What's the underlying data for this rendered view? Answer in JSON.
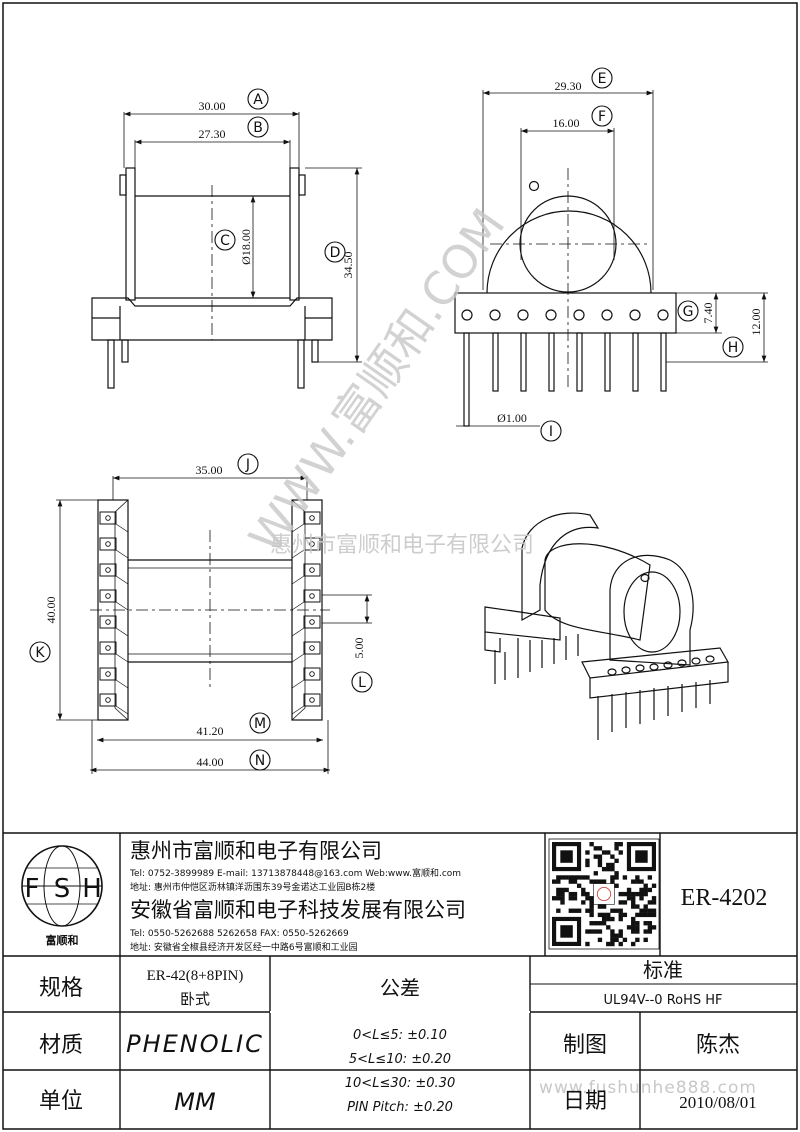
{
  "dimensions": {
    "A": "30.00",
    "B": "27.30",
    "C": "Ø18.00",
    "D": "34.50",
    "E": "29.30",
    "F": "16.00",
    "G": "7.40",
    "H": "12.00",
    "I": "Ø1.00",
    "J": "35.00",
    "K": "40.00",
    "L": "5.00",
    "M": "41.20",
    "N": "44.00"
  },
  "balloons": [
    "A",
    "B",
    "C",
    "D",
    "E",
    "F",
    "G",
    "H",
    "I",
    "J",
    "K",
    "L",
    "M",
    "N"
  ],
  "watermark": {
    "company": "惠州市富顺和电子有限公司",
    "url_diag": "WWW.富顺和.COM",
    "url_footer": "www.fushunhe888.com"
  },
  "logo": {
    "letters": [
      "F",
      "S",
      "H"
    ],
    "name": "富顺和"
  },
  "company1": {
    "name": "惠州市富顺和电子有限公司",
    "contact": "Tel:  0752-3899989   E-mail: 13713878448@163.com   Web:www.富顺和.com",
    "address": "地址: 惠州市仲恺区沥林镇洋沥围东39号金诺达工业园B栋2楼"
  },
  "company2": {
    "name": "安徽省富顺和电子科技发展有限公司",
    "contact": "Tel:   0550-5262688   5262658        FAX:  0550-5262669",
    "address": "地址: 安徽省全椒县经济开发区经一中路6号富顺和工业园"
  },
  "part_number": "ER-4202",
  "table": {
    "spec_label": "规格",
    "spec_value_1": "ER-42(8+8PIN)",
    "spec_value_2": "卧式",
    "tolerance_label": "公差",
    "standard_label": "标准",
    "standard_value": "UL94V--0  RoHS HF",
    "material_label": "材质",
    "material_value": "PHENOLIC",
    "tolerances": [
      "0<L≤5: ±0.10",
      "5<L≤10: ±0.20",
      "10<L≤30: ±0.30",
      "PIN Pitch: ±0.20"
    ],
    "drawn_label": "制图",
    "drawn_value": "陈杰",
    "unit_label": "单位",
    "unit_value": "MM",
    "date_label": "日期",
    "date_value": "2010/08/01"
  }
}
